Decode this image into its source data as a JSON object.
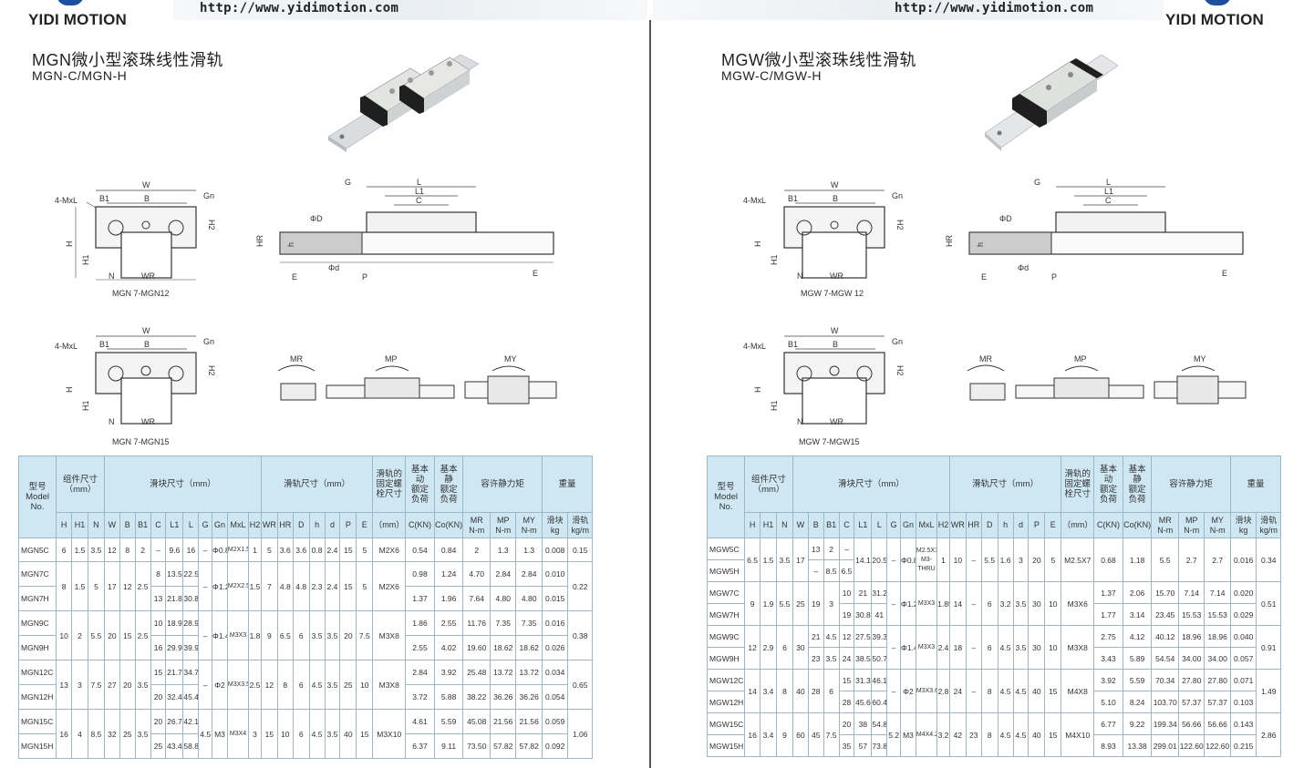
{
  "header": {
    "url_left": "http://www.yidimotion.com",
    "url_right": "http://www.yidimotion.com",
    "brand_left": "YIDI MOTION",
    "brand_right": "YIDI MOTION"
  },
  "left": {
    "title": "MGN微小型滚珠线性滑轨",
    "subtitle": "MGN-C/MGN-H",
    "fig": {
      "caption_top": "MGN 7-MGN12",
      "caption_bottom": "MGN 7-MGN15",
      "labels": {
        "W": "W",
        "B": "B",
        "B1": "B1",
        "Gn": "Gn",
        "H": "H",
        "H1": "H1",
        "H2": "H2",
        "N": "N",
        "WR": "WR",
        "MxL": "4-MxL",
        "G": "G",
        "L": "L",
        "L1": "L1",
        "C": "C",
        "D": "ΦD",
        "d": "Φd",
        "HR": "HR",
        "h": "h",
        "E": "E",
        "P": "P",
        "MR": "MR",
        "MP": "MP",
        "MY": "MY"
      }
    },
    "table": {
      "head1": {
        "model": "型号\nModel\nNo.",
        "assembly": "组件尺寸\n（mm）",
        "block": "滑块尺寸（mm）",
        "rail": "滑轨尺寸（mm）",
        "bolt": "滑轨的\n固定螺\n栓尺寸",
        "dyn": "基本\n动\n额定\n负荷",
        "stat": "基本\n静\n额定\n负荷",
        "moment": "容许静力矩",
        "weight": "重量"
      },
      "head2": [
        "H",
        "H1",
        "N",
        "W",
        "B",
        "B1",
        "C",
        "L1",
        "L",
        "G",
        "Gn",
        "MxL",
        "H2",
        "WR",
        "HR",
        "D",
        "h",
        "d",
        "P",
        "E",
        "（mm）",
        "C(KN)",
        "Co(KN)",
        "MR\nN-m",
        "MP\nN-m",
        "MY\nN-m",
        "滑块\nkg",
        "滑轨\nkg/m"
      ],
      "groups": [
        {
          "rows": [
            {
              "model": "MGN5C",
              "cells": [
                "6",
                "1.5",
                "3.5",
                "12",
                "8",
                "2",
                "–",
                "9.6",
                "16",
                "–",
                "Φ0.8",
                "M2X1.5",
                "1",
                "5",
                "3.6",
                "3.6",
                "0.8",
                "2.4",
                "15",
                "5",
                "M2X6",
                "0.54",
                "0.84",
                "2",
                "1.3",
                "1.3",
                "0.008",
                "0.15"
              ]
            }
          ]
        },
        {
          "shared": [
            "8",
            "1.5",
            "5",
            "17",
            "12",
            "2.5"
          ],
          "G": "–",
          "Gn": "Φ1.2",
          "MxL": "M2X2.5",
          "H2": "1.5",
          "rail": [
            "7",
            "4.8",
            "4.8",
            "2.3",
            "2.4",
            "15",
            "5"
          ],
          "bolt": "M2X6",
          "rail_kg": "0.22",
          "rows": [
            {
              "model": "MGN7C",
              "cells": [
                "8",
                "13.5",
                "22.5"
              ],
              "tail": [
                "0.98",
                "1.24",
                "4.70",
                "2.84",
                "2.84",
                "0.010"
              ]
            },
            {
              "model": "MGN7H",
              "cells": [
                "13",
                "21.8",
                "30.8"
              ],
              "tail": [
                "1.37",
                "1.96",
                "7.64",
                "4.80",
                "4.80",
                "0.015"
              ]
            }
          ]
        },
        {
          "shared": [
            "10",
            "2",
            "5.5",
            "20",
            "15",
            "2.5"
          ],
          "G": "–",
          "Gn": "Φ1.4",
          "MxL": "M3X3",
          "H2": "1.8",
          "rail": [
            "9",
            "6.5",
            "6",
            "3.5",
            "3.5",
            "20",
            "7.5"
          ],
          "bolt": "M3X8",
          "rail_kg": "0.38",
          "rows": [
            {
              "model": "MGN9C",
              "cells": [
                "10",
                "18.9",
                "28.9"
              ],
              "tail": [
                "1.86",
                "2.55",
                "11.76",
                "7.35",
                "7.35",
                "0.016"
              ]
            },
            {
              "model": "MGN9H",
              "cells": [
                "16",
                "29.9",
                "39.9"
              ],
              "tail": [
                "2.55",
                "4.02",
                "19.60",
                "18.62",
                "18.62",
                "0.026"
              ]
            }
          ]
        },
        {
          "shared": [
            "13",
            "3",
            "7.5",
            "27",
            "20",
            "3.5"
          ],
          "G": "–",
          "Gn": "Φ2",
          "MxL": "M3X3.5",
          "H2": "2.5",
          "rail": [
            "12",
            "8",
            "6",
            "4.5",
            "3.5",
            "25",
            "10"
          ],
          "bolt": "M3X8",
          "rail_kg": "0.65",
          "rows": [
            {
              "model": "MGN12C",
              "cells": [
                "15",
                "21.7",
                "34.7"
              ],
              "tail": [
                "2.84",
                "3.92",
                "25.48",
                "13.72",
                "13.72",
                "0.034"
              ]
            },
            {
              "model": "MGN12H",
              "cells": [
                "20",
                "32.4",
                "45.4"
              ],
              "tail": [
                "3.72",
                "5.88",
                "38.22",
                "36.26",
                "36.26",
                "0.054"
              ]
            }
          ]
        },
        {
          "shared": [
            "16",
            "4",
            "8.5",
            "32",
            "25",
            "3.5"
          ],
          "G": "4.5",
          "Gn": "M3",
          "MxL": "M3X4",
          "H2": "3",
          "rail": [
            "15",
            "10",
            "6",
            "4.5",
            "3.5",
            "40",
            "15"
          ],
          "bolt": "M3X10",
          "rail_kg": "1.06",
          "rows": [
            {
              "model": "MGN15C",
              "cells": [
                "20",
                "26.7",
                "42.1"
              ],
              "tail": [
                "4.61",
                "5.59",
                "45.08",
                "21.56",
                "21.56",
                "0.059"
              ]
            },
            {
              "model": "MGN15H",
              "cells": [
                "25",
                "43.4",
                "58.8"
              ],
              "tail": [
                "6.37",
                "9.11",
                "73.50",
                "57.82",
                "57.82",
                "0.092"
              ]
            }
          ]
        }
      ]
    }
  },
  "right": {
    "title": "MGW微小型滚珠线性滑轨",
    "subtitle": "MGW-C/MGW-H",
    "fig": {
      "caption_top": "MGW 7-MGW 12",
      "caption_bottom": "MGW 7-MGW15"
    },
    "table": {
      "groups": [
        {
          "shared": [
            "6.5",
            "1.5",
            "3.5",
            "17"
          ],
          "G": "–",
          "Gn": "Φ0.8",
          "MxL": "M2.5X1.5\nM3-THRU",
          "H2": "1",
          "rail": [
            "10",
            "–",
            "5.5",
            "1.6",
            "3",
            "20",
            "5"
          ],
          "bolt": "M2.5X7",
          "dyn": "0.68",
          "stat": "1.18",
          "moments": [
            "5.5",
            "2.7",
            "2.7"
          ],
          "block_kg": "0.016",
          "rail_kg": "0.34",
          "rows": [
            {
              "model": "MGW5C",
              "cells": [
                "13",
                "2",
                "–",
                "14.1",
                "20.5"
              ]
            },
            {
              "model": "MGW5H",
              "cells": [
                "–",
                "8.5",
                "6.5"
              ]
            }
          ]
        },
        {
          "shared": [
            "9",
            "1.9",
            "5.5",
            "25",
            "19",
            "3"
          ],
          "G": "–",
          "Gn": "Φ1.2",
          "MxL": "M3X3",
          "H2": "1.85",
          "rail": [
            "14",
            "–",
            "6",
            "3.2",
            "3.5",
            "30",
            "10"
          ],
          "bolt": "M3X6",
          "rail_kg": "0.51",
          "rows": [
            {
              "model": "MGW7C",
              "cells": [
                "10",
                "21",
                "31.2"
              ],
              "tail": [
                "1.37",
                "2.06",
                "15.70",
                "7.14",
                "7.14",
                "0.020"
              ]
            },
            {
              "model": "MGW7H",
              "cells": [
                "19",
                "30.8",
                "41"
              ],
              "tail": [
                "1.77",
                "3.14",
                "23.45",
                "15.53",
                "15.53",
                "0.029"
              ]
            }
          ]
        },
        {
          "shared": [
            "12",
            "2.9",
            "6",
            "30"
          ],
          "B1": "",
          "G": "–",
          "Gn": "Φ1.4",
          "MxL": "M3X3",
          "H2": "2.4",
          "rail": [
            "18",
            "–",
            "6",
            "4.5",
            "3.5",
            "30",
            "10"
          ],
          "bolt": "M3X8",
          "rail_kg": "0.91",
          "rows": [
            {
              "model": "MGW9C",
              "cells": [
                "21",
                "4.5",
                "12",
                "27.5",
                "39.3"
              ],
              "tail": [
                "2.75",
                "4.12",
                "40.12",
                "18.96",
                "18.96",
                "0.040"
              ]
            },
            {
              "model": "MGW9H",
              "cells": [
                "23",
                "3.5",
                "24",
                "38.5",
                "50.7"
              ],
              "tail": [
                "3.43",
                "5.89",
                "54.54",
                "34.00",
                "34.00",
                "0.057"
              ]
            }
          ]
        },
        {
          "shared": [
            "14",
            "3.4",
            "8",
            "40",
            "28",
            "6"
          ],
          "G": "–",
          "Gn": "Φ2",
          "MxL": "M3X3.6",
          "H2": "2.8",
          "rail": [
            "24",
            "–",
            "8",
            "4.5",
            "4.5",
            "40",
            "15"
          ],
          "bolt": "M4X8",
          "rail_kg": "1.49",
          "rows": [
            {
              "model": "MGW12C",
              "cells": [
                "15",
                "31.3",
                "46.1"
              ],
              "tail": [
                "3.92",
                "5.59",
                "70.34",
                "27.80",
                "27.80",
                "0.071"
              ]
            },
            {
              "model": "MGW12H",
              "cells": [
                "28",
                "45.6",
                "60.4"
              ],
              "tail": [
                "5.10",
                "8.24",
                "103.70",
                "57.37",
                "57.37",
                "0.103"
              ]
            }
          ]
        },
        {
          "shared": [
            "16",
            "3.4",
            "9",
            "60",
            "45",
            "7.5"
          ],
          "G": "5.2",
          "Gn": "M3",
          "MxL": "M4X4.2",
          "H2": "3.2",
          "rail": [
            "42",
            "23",
            "8",
            "4.5",
            "4.5",
            "40",
            "15"
          ],
          "bolt": "M4X10",
          "rail_kg": "2.86",
          "rows": [
            {
              "model": "MGW15C",
              "cells": [
                "20",
                "38",
                "54.8"
              ],
              "tail": [
                "6.77",
                "9.22",
                "199.34",
                "56.66",
                "56.66",
                "0.143"
              ]
            },
            {
              "model": "MGW15H",
              "cells": [
                "35",
                "57",
                "73.8"
              ],
              "tail": [
                "8.93",
                "13.38",
                "299.01",
                "122.60",
                "122.60",
                "0.215"
              ]
            }
          ]
        }
      ]
    }
  }
}
